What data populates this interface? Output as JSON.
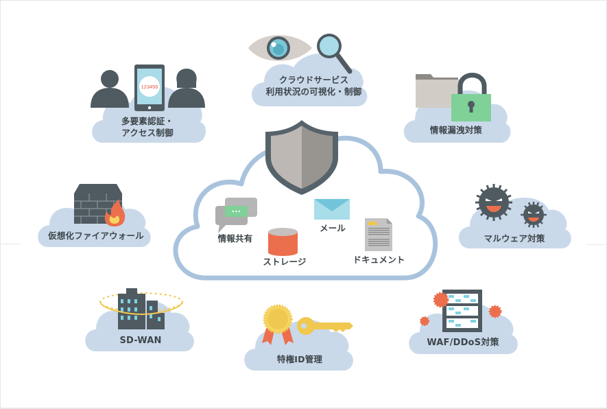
{
  "diagram": {
    "title": "Cloud security overview",
    "center_cloud": {
      "icon": "shield-icon",
      "items": [
        {
          "label": "情報共有",
          "icon": "chat-bubbles-icon"
        },
        {
          "label": "ストレージ",
          "icon": "database-icon"
        },
        {
          "label": "メール",
          "icon": "envelope-icon"
        },
        {
          "label": "ドキュメント",
          "icon": "document-icon"
        }
      ]
    },
    "features": [
      {
        "id": "mfa",
        "lines": [
          "多要素認証・",
          "アクセス制御"
        ],
        "icon": "users-phone-icon",
        "phone_code": "123456"
      },
      {
        "id": "casb",
        "lines": [
          "クラウドサービス",
          "利用状況の可視化・制御"
        ],
        "icon": "eye-magnifier-icon"
      },
      {
        "id": "dlp",
        "lines": [
          "情報漏洩対策"
        ],
        "icon": "folder-lock-icon"
      },
      {
        "id": "firewall",
        "lines": [
          "仮想化ファイアウォール"
        ],
        "icon": "firewall-icon"
      },
      {
        "id": "malware",
        "lines": [
          "マルウェア対策"
        ],
        "icon": "virus-icon"
      },
      {
        "id": "sdwan",
        "lines": [
          "SD-WAN"
        ],
        "icon": "buildings-ring-icon"
      },
      {
        "id": "pam",
        "lines": [
          "特権ID管理"
        ],
        "icon": "medal-key-icon"
      },
      {
        "id": "waf",
        "lines": [
          "WAF/DDoS対策"
        ],
        "icon": "server-attack-icon"
      }
    ],
    "colors": {
      "cloud_fill": "#c9d9ea",
      "cloud_outline": "#a5c0dc",
      "dark_icon": "#4f5a61",
      "text": "#3d4549",
      "orange": "#ec7550",
      "yellow": "#f1c84f",
      "green": "#7fd198",
      "light_blue": "#a8dbe8"
    }
  }
}
